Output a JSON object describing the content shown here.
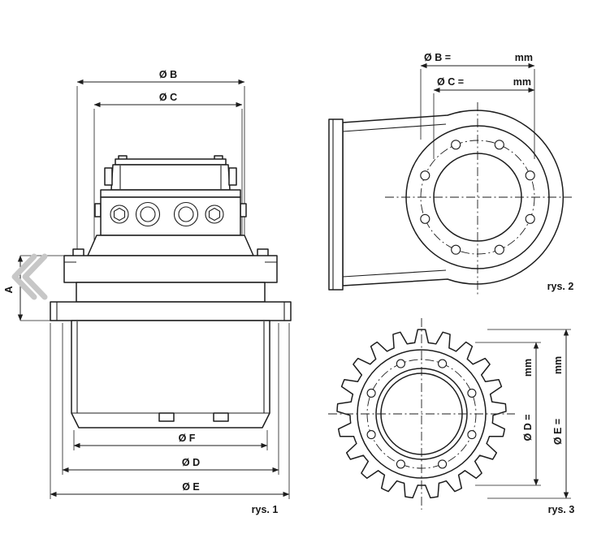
{
  "page": {
    "background": "#ffffff",
    "line_color": "#1d1d1d",
    "chevron_color": "#c7c7c7"
  },
  "figure1": {
    "caption": "rys. 1",
    "dims": {
      "b": "Ø B",
      "c": "Ø C",
      "a": "A",
      "f": "Ø F",
      "d": "Ø D",
      "e": "Ø E"
    }
  },
  "figure2": {
    "caption": "rys. 2",
    "dims": {
      "b_label": "Ø B =",
      "b_unit": "mm",
      "c_label": "Ø C =",
      "c_unit": "mm"
    },
    "bolt_holes": 8
  },
  "figure3": {
    "caption": "rys. 3",
    "dims": {
      "d_label": "Ø D =",
      "d_unit": "mm",
      "e_label": "Ø E =",
      "e_unit": "mm"
    },
    "teeth": 21,
    "bolt_holes": 8
  }
}
